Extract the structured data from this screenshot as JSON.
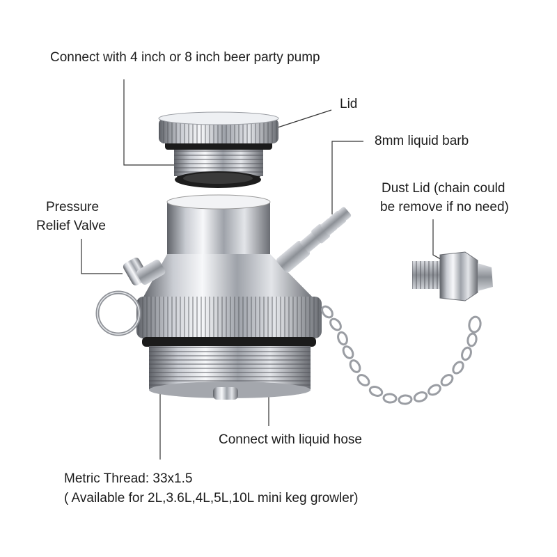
{
  "labels": {
    "pump": "Connect with 4 inch or 8 inch beer party pump",
    "lid": "Lid",
    "barb": "8mm liquid barb",
    "dust_lid_1": "Dust Lid (chain could",
    "dust_lid_2": "be remove if no need)",
    "pressure_1": "Pressure",
    "pressure_2": "Relief Valve",
    "hose": "Connect with liquid hose",
    "thread_1": "Metric Thread: 33x1.5",
    "thread_2": "( Available for 2L,3.6L,4L,5L,10L mini keg growler)"
  },
  "colors": {
    "background": "#ffffff",
    "text": "#1c1c1c",
    "leader_line": "#333333",
    "metal_dark": "#6e7177",
    "metal_light": "#f4f5f7",
    "oring": "#1b1b1b"
  }
}
